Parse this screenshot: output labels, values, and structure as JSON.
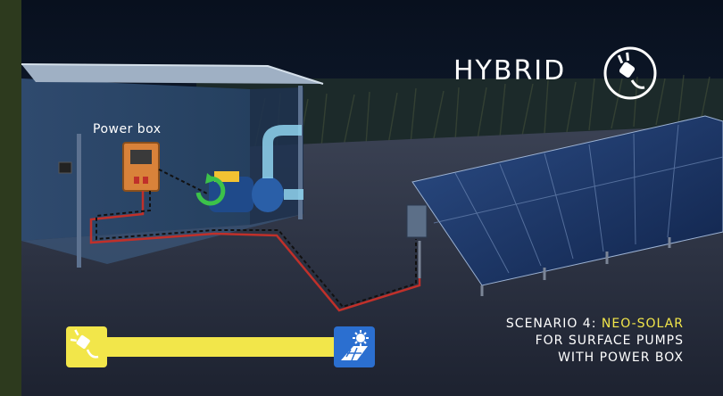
{
  "scene": {
    "title": "HYBRID",
    "hybrid_icon": "plug-icon",
    "power_box_label": "Power box",
    "scenario_line1_prefix": "SCENARIO 4: ",
    "scenario_line1_highlight": "NEO-SOLAR",
    "scenario_line2": "FOR SURFACE PUMPS",
    "scenario_line3": "WITH POWER BOX"
  },
  "energy_bar": {
    "left_icon": "plug-icon",
    "right_icon": "solar-panel-icon",
    "grid_share": 1.0
  },
  "colors": {
    "accent_yellow": "#f2e64a",
    "solar_blue": "#2b6fd0",
    "night_sky": "#0b1424",
    "cable_red": "#c0302a"
  }
}
